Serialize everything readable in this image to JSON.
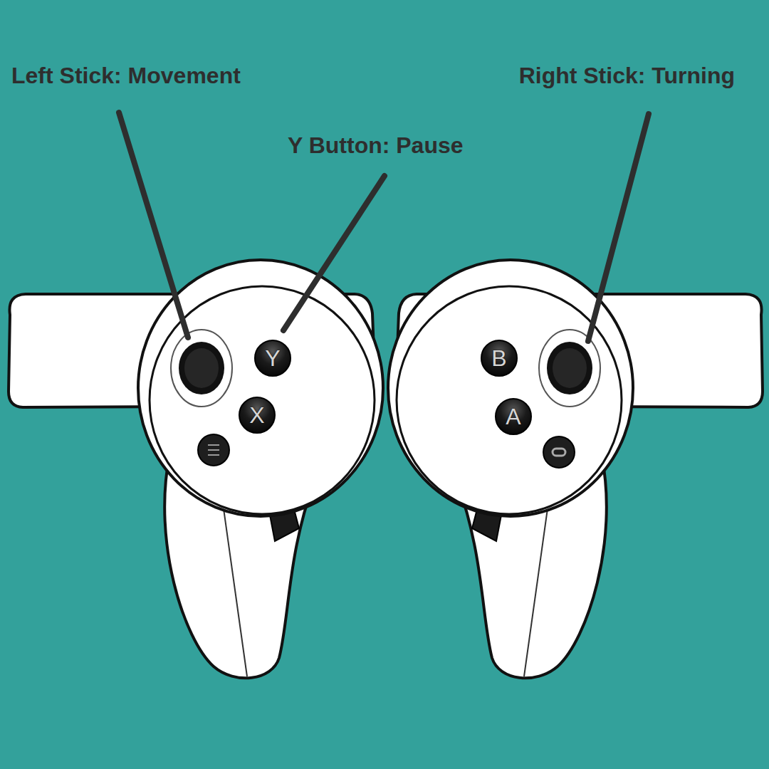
{
  "diagram": {
    "nodes": [
      {
        "text": [
          "Y"
        ]
      },
      {
        "text": [
          "X"
        ]
      },
      {
        "text": [
          "B"
        ]
      },
      {
        "text": [
          "A"
        ]
      }
    ],
    "labels": [
      "Left Stick: Movement",
      "Y Button: Pause",
      "Right Stick: Turning"
    ]
  }
}
